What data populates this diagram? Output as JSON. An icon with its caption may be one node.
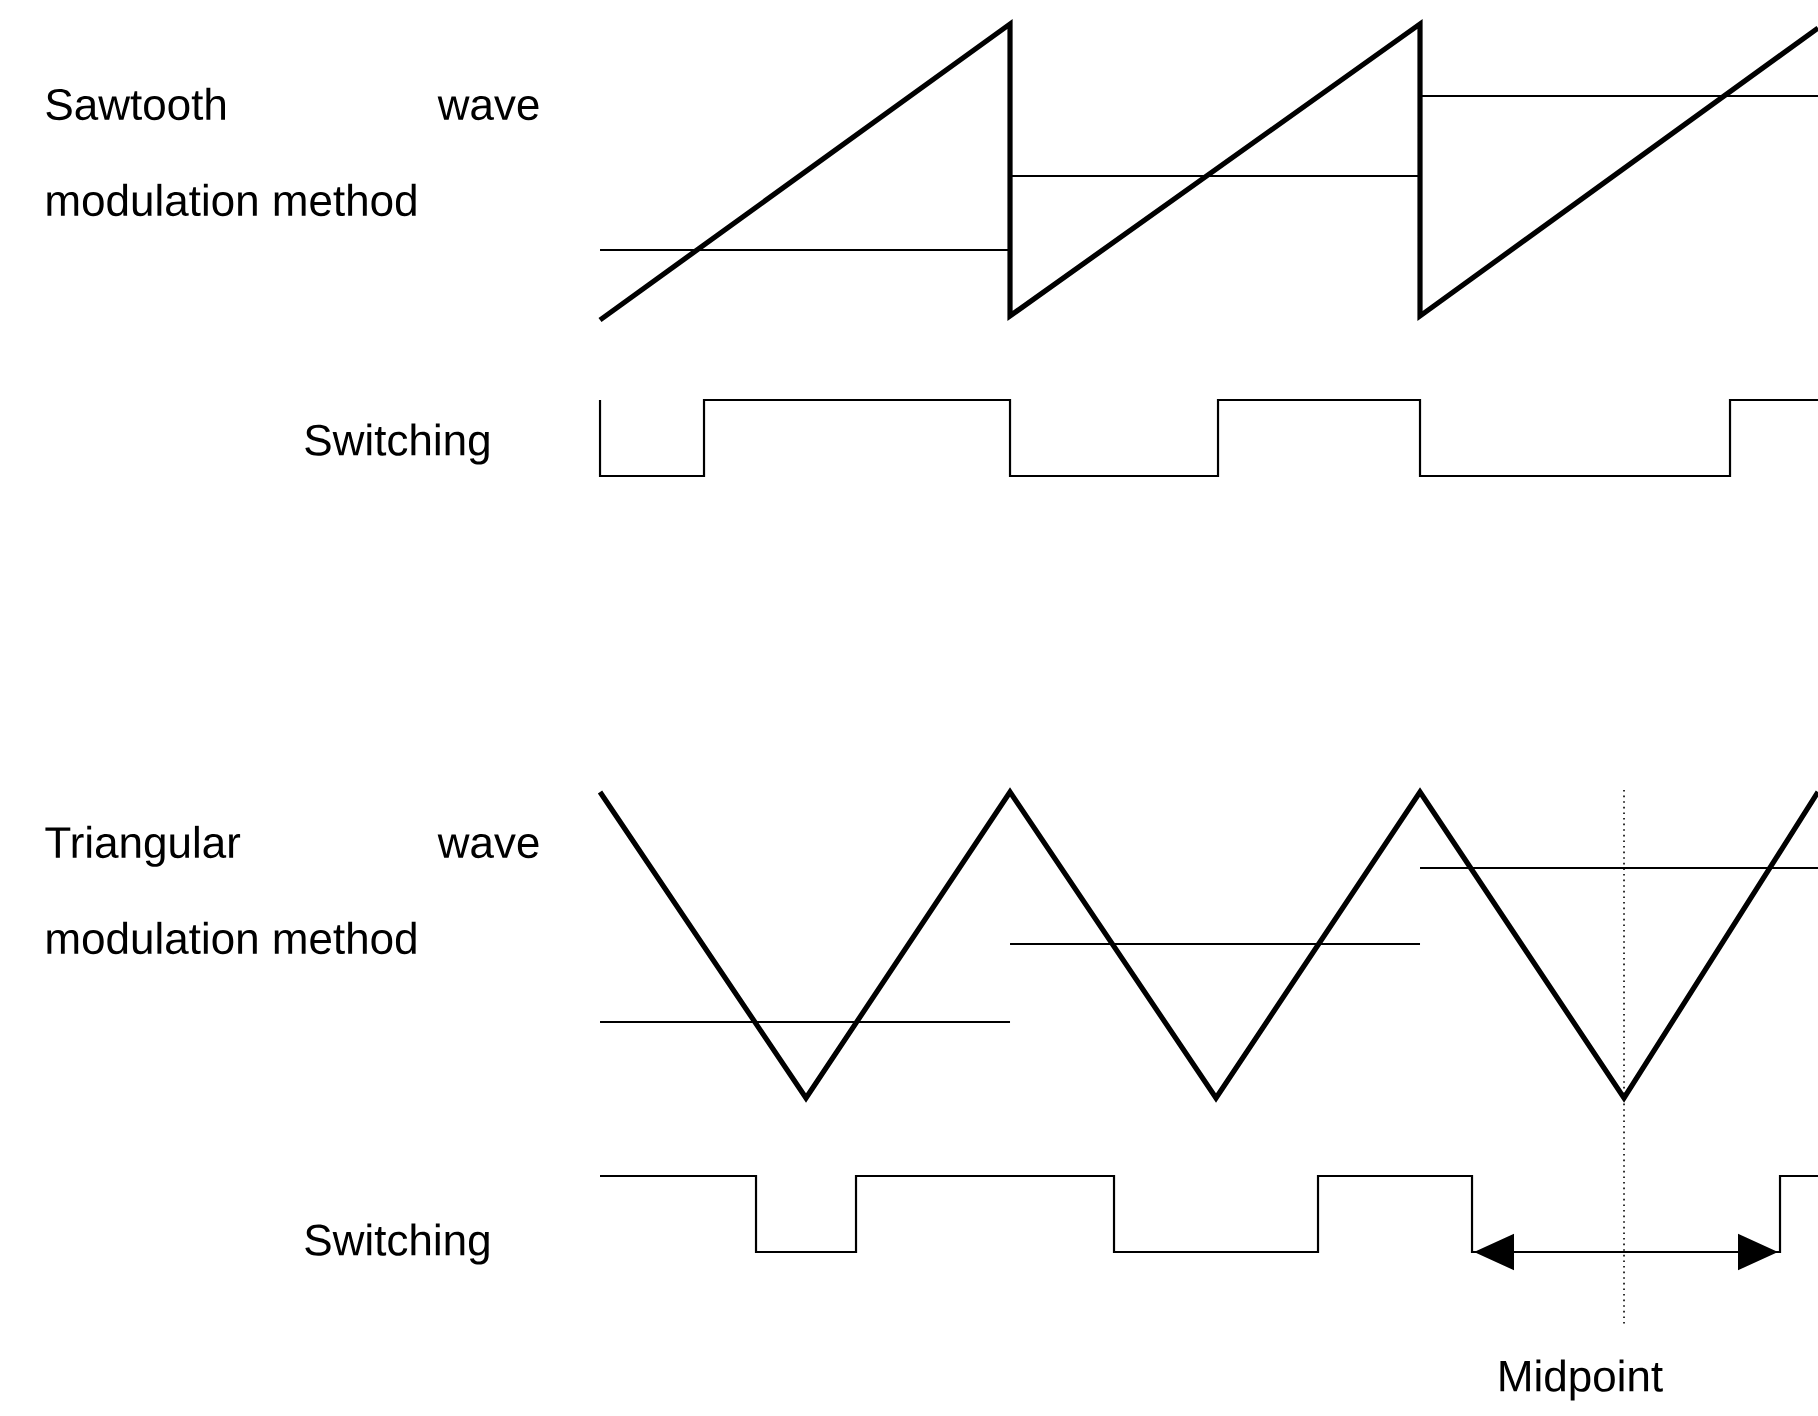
{
  "diagram": {
    "labels": [
      "Sawtooth wave modulation method",
      "Switching",
      "Triangular wave modulation method",
      "Switching",
      "Midpoint"
    ]
  }
}
